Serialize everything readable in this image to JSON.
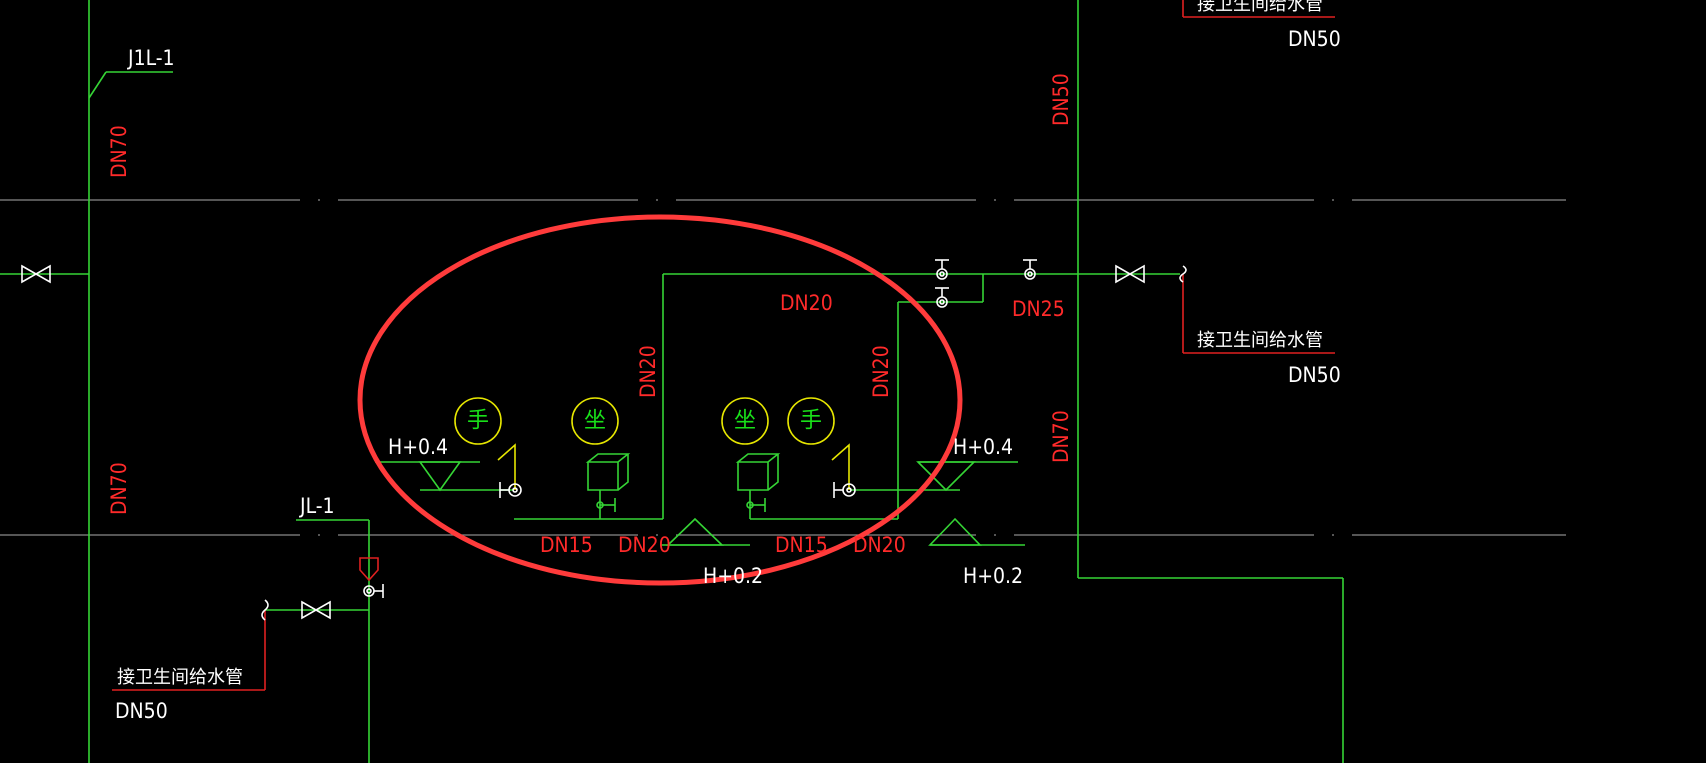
{
  "labels": {
    "riser_j1l1": "J1L-1",
    "riser_jl1": "JL-1",
    "dn70_left_upper": "DN70",
    "dn70_left_lower": "DN70",
    "dn50_vertical": "DN50",
    "dn70_right": "DN70",
    "dn20_top": "DN20",
    "dn25": "DN25",
    "dn20_vertical_left": "DN20",
    "dn20_vertical_right": "DN20",
    "dn15_left": "DN15",
    "dn20_bottom_left": "DN20",
    "dn15_right": "DN15",
    "dn20_bottom_right": "DN20",
    "h04_left": "H+0.4",
    "h04_right": "H+0.4",
    "h02_left": "H+0.2",
    "h02_right": "H+0.2",
    "note_top_right": "接卫生间给水管",
    "note_top_right_size": "DN50",
    "note_mid_right": "接卫生间给水管",
    "note_mid_right_size": "DN50",
    "note_bottom_left": "接卫生间给水管",
    "note_bottom_left_size": "DN50"
  },
  "fixture_symbols": {
    "hand_left": "手",
    "seat_left": "坐",
    "seat_right": "坐",
    "hand_right": "手"
  },
  "colors": {
    "background": "#000000",
    "pipe": "#35d435",
    "dimension_text": "#ff2a2a",
    "note_text": "#ffffff",
    "highlight_ellipse": "#ff3b3b",
    "fixture": "#e6e600"
  }
}
